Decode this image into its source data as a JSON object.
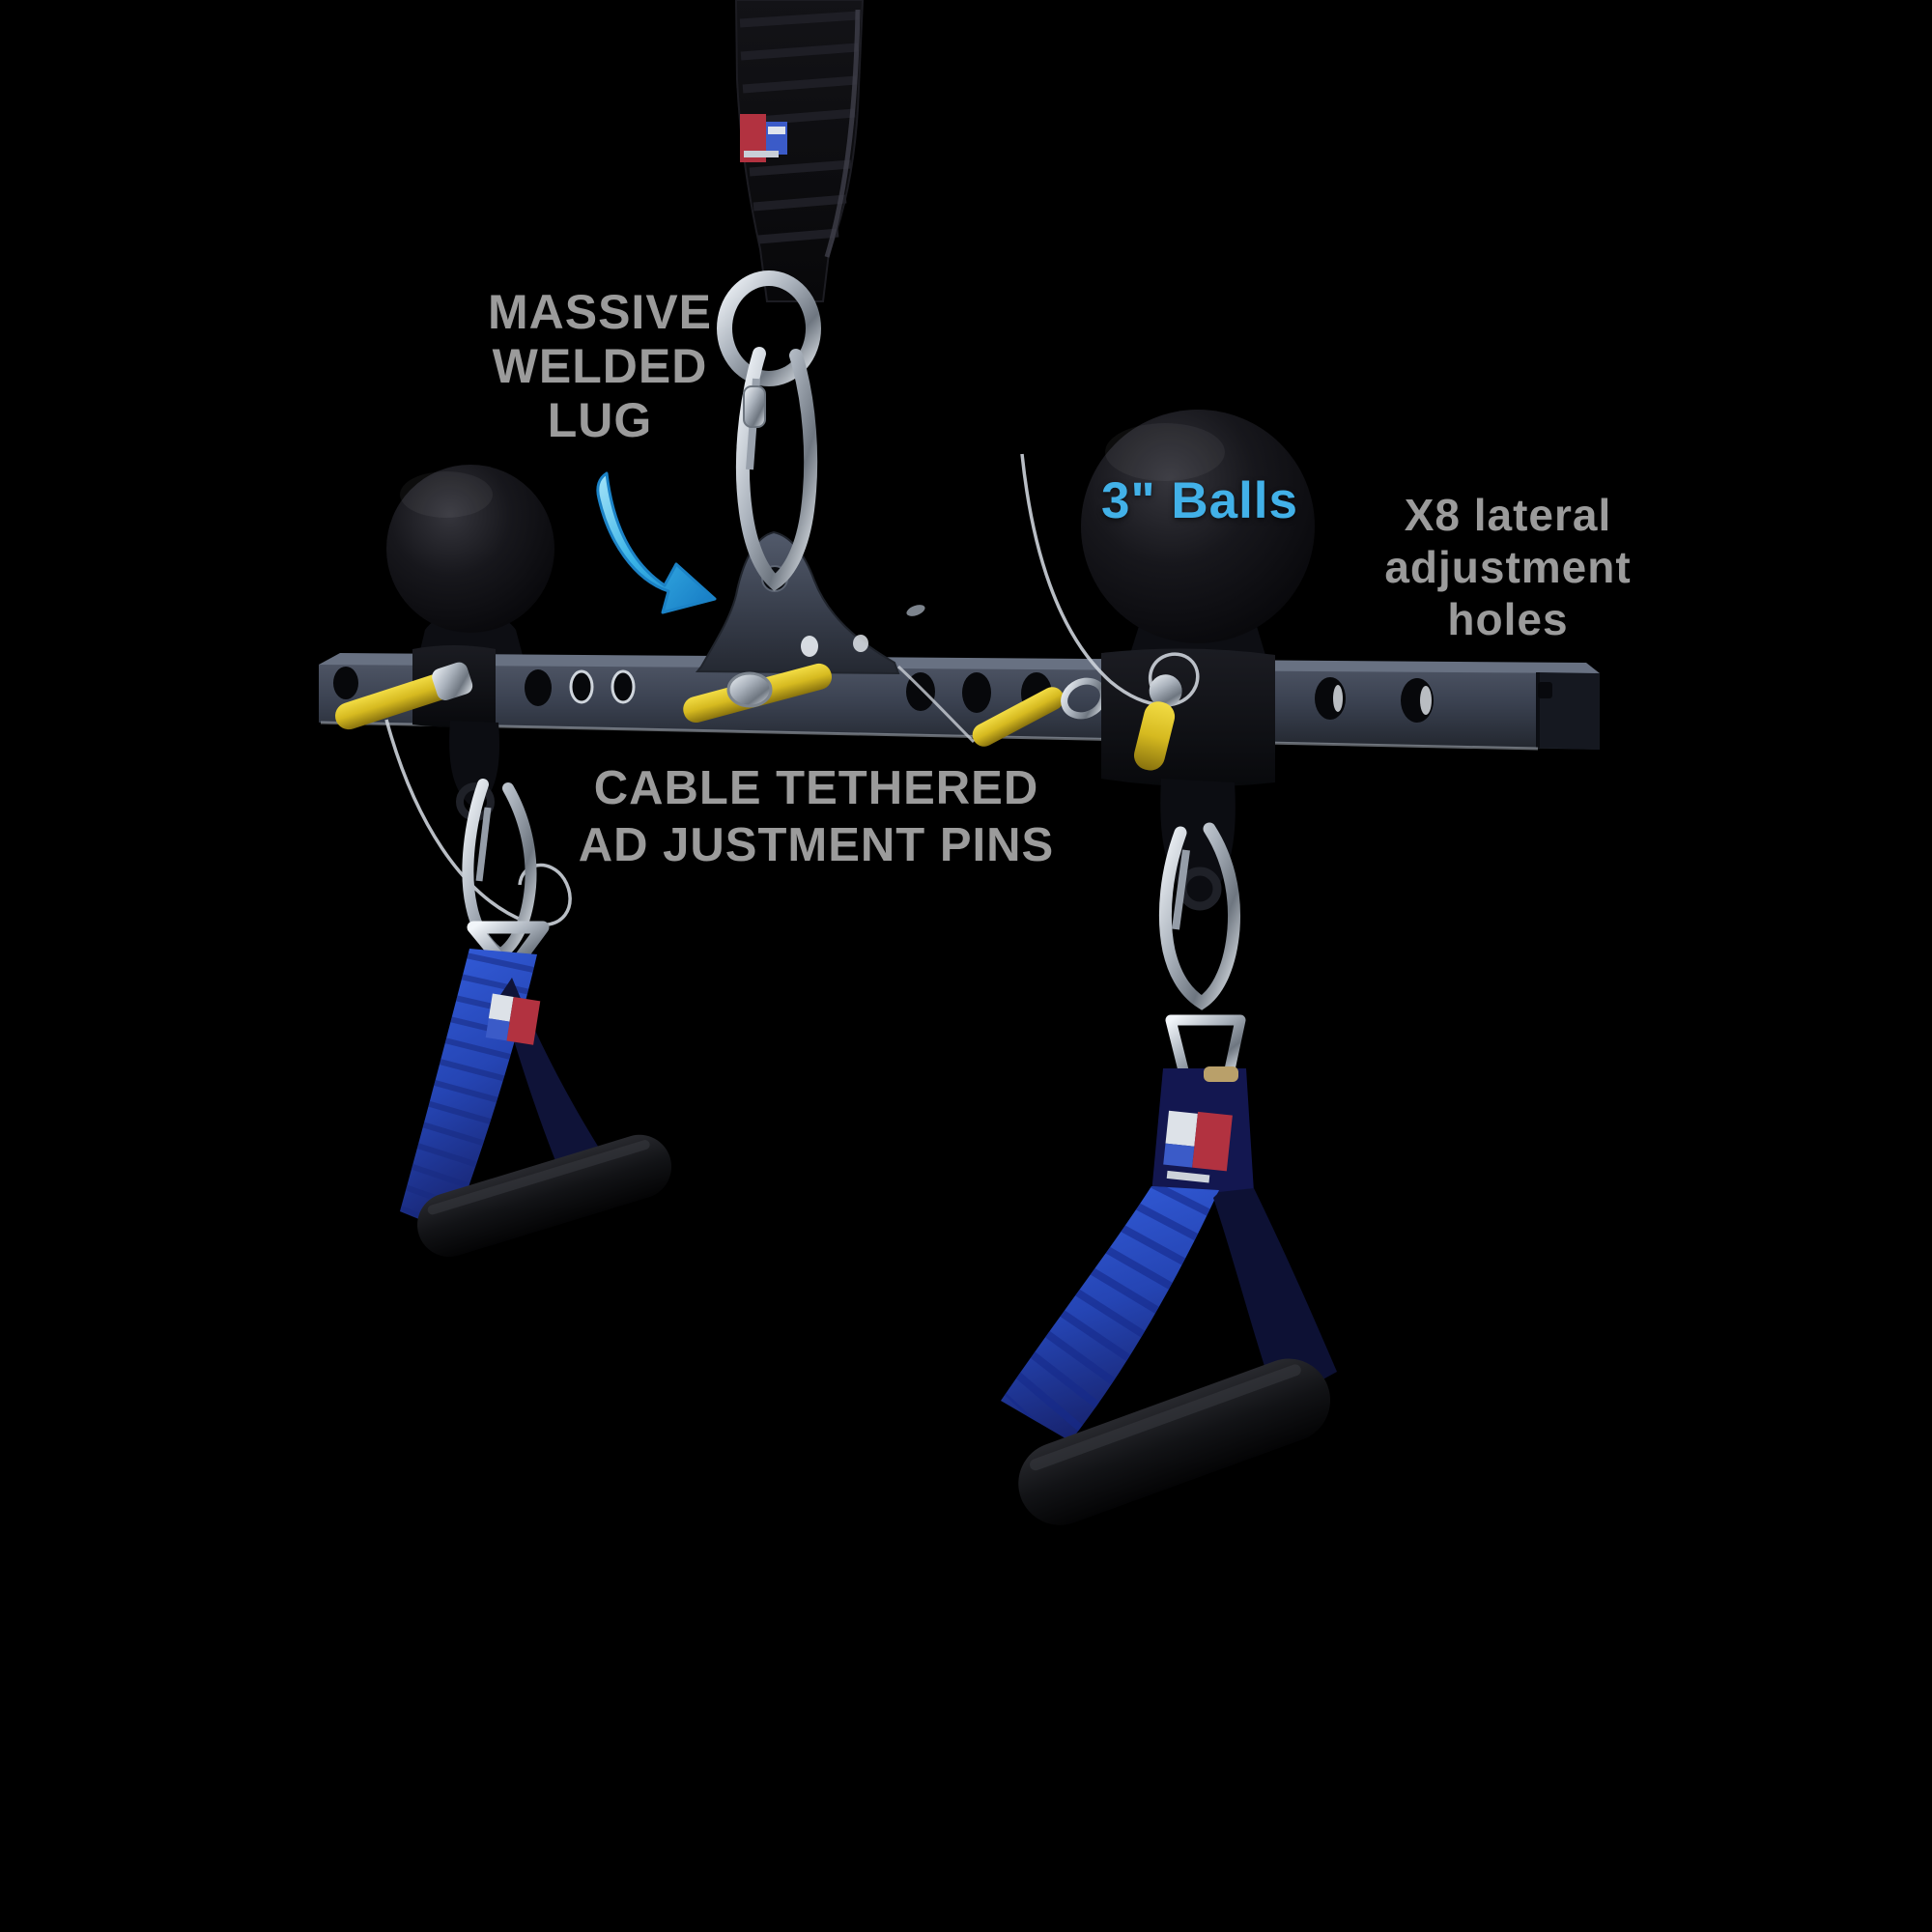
{
  "scene": {
    "description": "Annotated product photo of a cable-machine spreader bar attachment with ball grips and stirrup handles",
    "background": "#000000"
  },
  "annotations": {
    "welded_lug": {
      "line1": "MASSIVE",
      "line2": "WELDED",
      "line3": "LUG",
      "color": "#9b9b9b"
    },
    "balls": {
      "label": "3\" Balls",
      "color": "#42b1e8"
    },
    "lateral_holes": {
      "line1": "X8 lateral",
      "line2": "adjustment",
      "line3": "holes",
      "color": "#9b9b9b"
    },
    "adjustment_pins": {
      "line1": "CABLE TETHERED",
      "line2": "AD JUSTMENT PINS",
      "color": "#9b9b9b"
    }
  },
  "colors": {
    "pointer_arrow_blue": "#3ab4e8",
    "label_gray": "#9b9b9b",
    "ball_label_blue": "#42b1e8",
    "bar_gray": "#454c5b",
    "handle_strap_blue": "#2e56d5",
    "pin_yellow": "#e8cc2e",
    "metal_silver": "#c9d0d8",
    "ball_black": "#0a0a0e"
  }
}
